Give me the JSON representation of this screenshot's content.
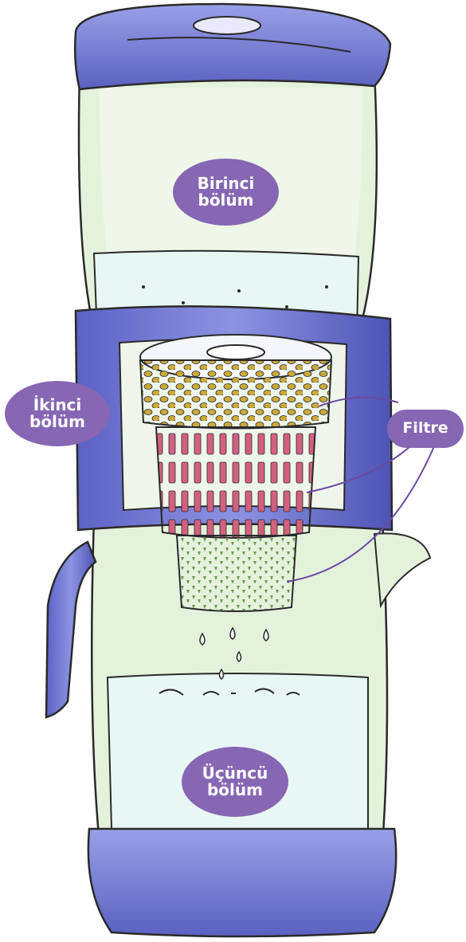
{
  "labels": {
    "first": "Birinci\nbölüm",
    "second": "İkinci\nbölüm",
    "third": "Üçüncü\nbölüm",
    "filter": "Filtre"
  },
  "colors": {
    "housing": "#7b82d6",
    "housing_dark": "#3e4496",
    "tank": "#e4f2dc",
    "water": "#e9f7f4",
    "label_bg": "#8766b3",
    "filter_beads": "#caa93d",
    "filter_slots": "#d2607f",
    "filter_fine": "#6e9a4d",
    "leader_line": "#6a4aa0",
    "outline": "#2a2a2a"
  }
}
